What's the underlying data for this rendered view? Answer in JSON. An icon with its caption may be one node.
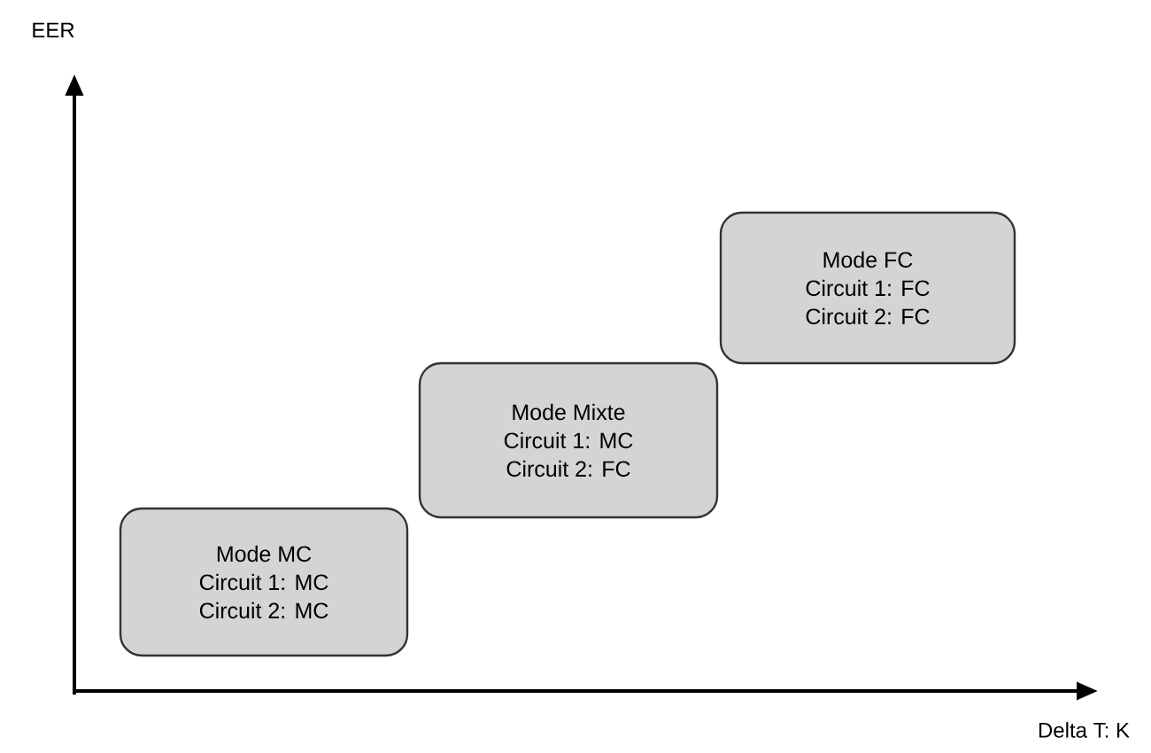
{
  "diagram": {
    "nodes": [
      {
        "text": [
          "Mode MC",
          "Circuit 1: MC",
          "Circuit 2: MC"
        ]
      },
      {
        "text": [
          "Mode Mixte",
          "Circuit 1: MC",
          "Circuit 2: FC"
        ]
      },
      {
        "text": [
          "Mode FC",
          "Circuit 1: FC",
          "Circuit 2: FC"
        ]
      }
    ],
    "labels": [
      "EER",
      "Delta T: K"
    ]
  }
}
